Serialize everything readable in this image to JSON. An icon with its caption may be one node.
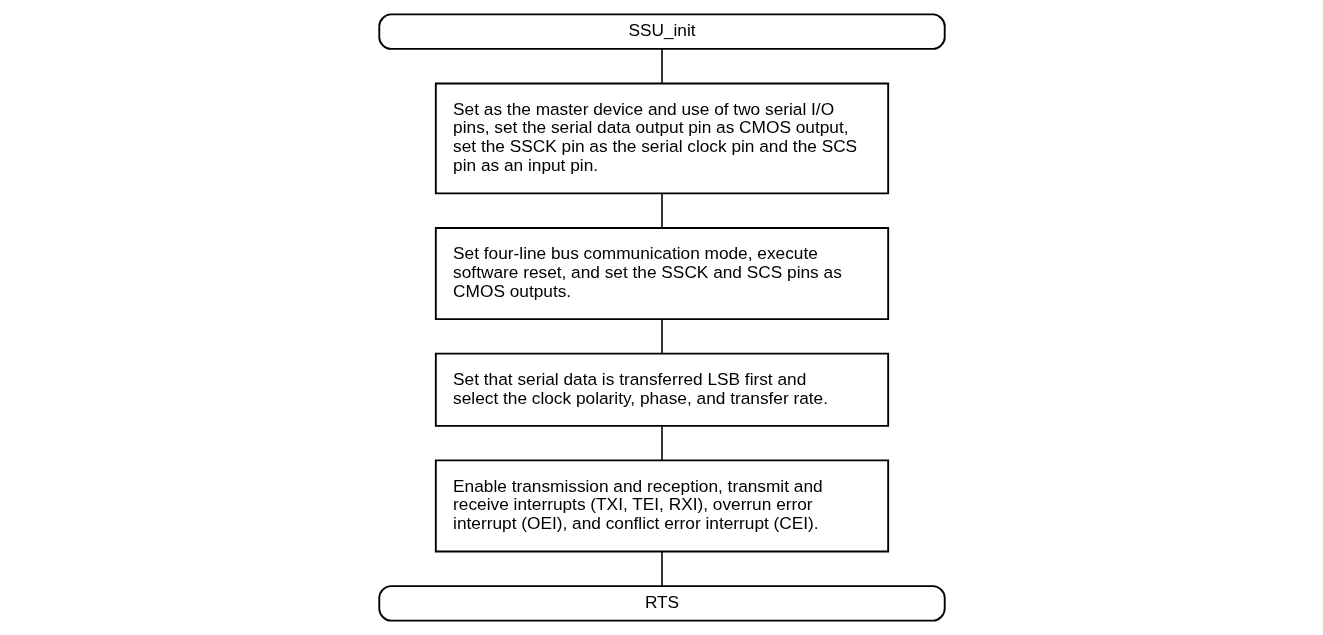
{
  "diagram": {
    "nodes": [
      {
        "text": [
          "SSU_init"
        ]
      },
      {
        "text": [
          "Set as the master device and use of two serial I/O pins, set the serial data output pin as CMOS output, set the SSCK pin as the serial clock pin and the SCS pin as an input pin."
        ]
      },
      {
        "text": [
          "Set four-line bus communication mode, execute software reset, and set the SSCK and SCS pins as CMOS outputs."
        ]
      },
      {
        "text": [
          "Set that serial data is transferred LSB first and select the clock polarity, phase, and transfer rate."
        ]
      },
      {
        "text": [
          "Enable transmission and reception, transmit and receive interrupts (TXI, TEI, RXI), overrun error interrupt (OEI), and conflict error interrupt (CEI)."
        ]
      },
      {
        "text": [
          "RTS"
        ]
      }
    ],
    "edges": [
      {
        "from": 0,
        "to": 1,
        "arrow": "none"
      },
      {
        "from": 1,
        "to": 2,
        "arrow": "none"
      },
      {
        "from": 2,
        "to": 3,
        "arrow": "none"
      },
      {
        "from": 3,
        "to": 4,
        "arrow": "none"
      },
      {
        "from": 4,
        "to": 5,
        "arrow": "none"
      }
    ]
  }
}
